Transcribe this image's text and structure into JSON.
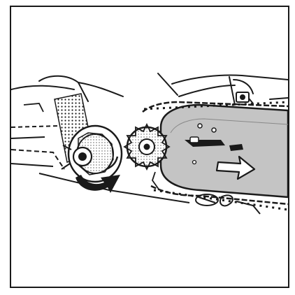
{
  "figure": {
    "style": "line-art manual illustration",
    "colors": {
      "line": "#1a1a1a",
      "bar_fill": "#c4c4c4",
      "bar_light": "#dcdcdc",
      "arrow_fill": "#b8b8b8",
      "background": "#ffffff"
    },
    "icons": [
      "chainsaw-clutch-drum",
      "rotation-arrow-icon",
      "chain-sprocket",
      "guide-bar",
      "saw-chain",
      "direction-arrow-icon",
      "chain-tensioner-screw"
    ]
  }
}
